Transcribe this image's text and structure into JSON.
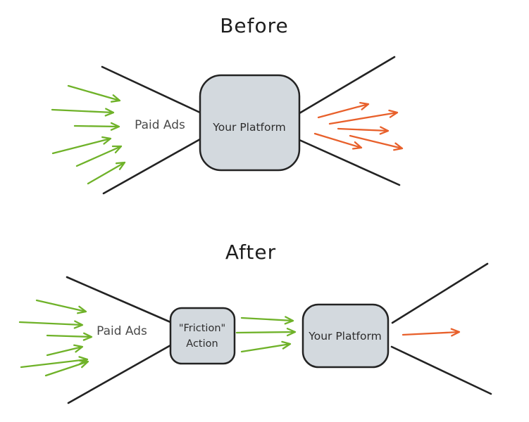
{
  "colors": {
    "background": "#ffffff",
    "ink": "#232323",
    "box_fill": "#d3d9de",
    "green_arrow": "#6fb229",
    "orange_arrow": "#e8602b",
    "title_text": "#1e1e1e",
    "funnel_label_text": "#4a4a4a",
    "node_label_text": "#2d2d2d"
  },
  "before": {
    "title": "Before",
    "funnel_label": "Paid Ads",
    "platform_label": "Your Platform",
    "incoming_green_arrows": 6,
    "outgoing_orange_arrows": 5
  },
  "after": {
    "title": "After",
    "funnel_label": "Paid Ads",
    "friction_label_line1": "\"Friction\"",
    "friction_label_line2": "Action",
    "platform_label": "Your Platform",
    "incoming_green_arrows": 6,
    "friction_to_platform_arrows": 3,
    "outgoing_orange_arrows": 1
  }
}
